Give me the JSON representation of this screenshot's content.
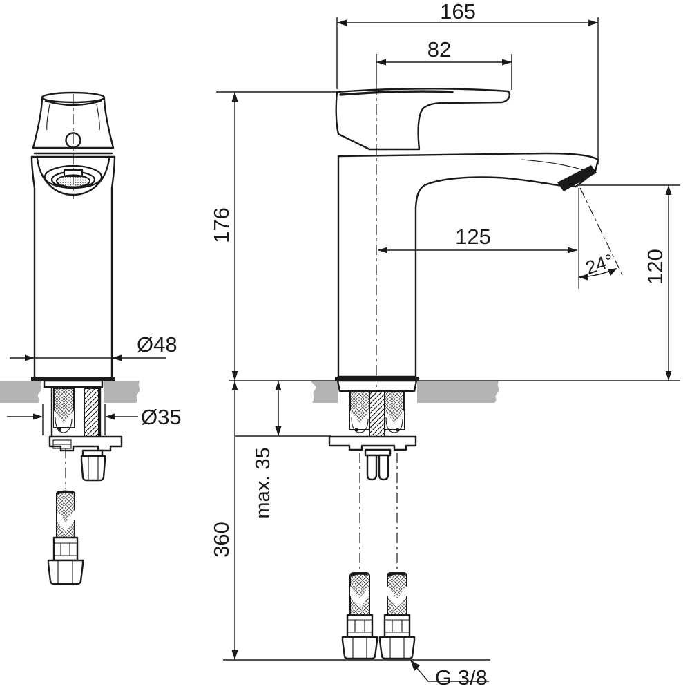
{
  "drawing": {
    "colors": {
      "line": "#1a1a1a",
      "deck_gray": "#b3b3b3",
      "background": "#ffffff"
    },
    "dimensions": {
      "overall_width": "165",
      "handle_projection": "82",
      "body_height": "176",
      "spout_reach": "125",
      "outlet_angle": "24°",
      "outlet_height": "120",
      "body_diameter": "Ø48",
      "mounting_hole_diameter": "Ø35",
      "max_mounting_thickness": "max. 35",
      "hose_length": "360",
      "connection_thread": "G 3/8"
    }
  }
}
